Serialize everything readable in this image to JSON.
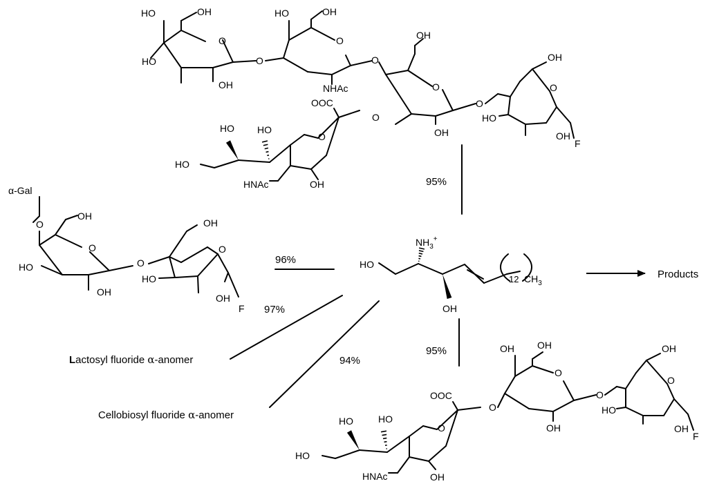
{
  "yields": {
    "gm1_top": "95%",
    "alpha_gal": "96%",
    "lactosyl": "97%",
    "cellobiosyl": "94%",
    "gm3_bottom": "95%"
  },
  "donors": {
    "lactosyl_bold": "L",
    "lactosyl_rest": "actosyl fluoride ",
    "lactosyl_greek": "α",
    "lactosyl_suffix": "-anomer",
    "cellobiosyl": "Cellobiosyl fluoride ",
    "cellobiosyl_greek": "α",
    "cellobiosyl_suffix": "-anomer"
  },
  "sphingosine": {
    "nh3": "NH",
    "nh3_sub": "3",
    "nh3_sup": "+",
    "ho": "HO",
    "oh": "OH",
    "chain_sub": "12",
    "ch3": "CH",
    "ch3_sub": "3"
  },
  "products": "Products",
  "atoms": {
    "ho": "HO",
    "oh": "OH",
    "o": "O",
    "f": "F",
    "nhac": "NHAc",
    "hnac": "HNAc",
    "ooc": "OOC",
    "alpha_gal": "α-Gal"
  }
}
